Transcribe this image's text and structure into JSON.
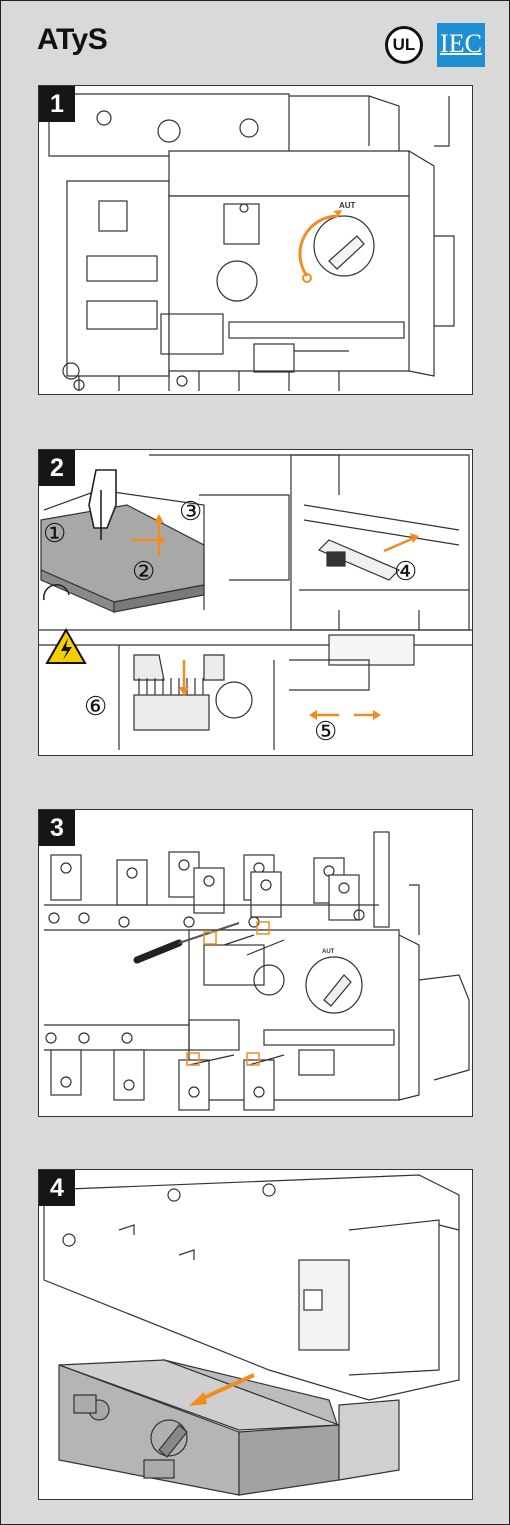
{
  "header": {
    "title": "ATyS",
    "ul_logo": "UL",
    "iec_logo": "IEC",
    "iec_color": "#1f8fd3"
  },
  "accent_color": "#f28c1f",
  "steps": [
    {
      "number": "1",
      "knob_label": "AUT"
    },
    {
      "number": "2",
      "callouts": [
        "①",
        "②",
        "③",
        "④",
        "⑤",
        "⑥"
      ],
      "warning_icon": "high-voltage-warning-icon"
    },
    {
      "number": "3",
      "knob_label": "AUT"
    },
    {
      "number": "4"
    }
  ]
}
